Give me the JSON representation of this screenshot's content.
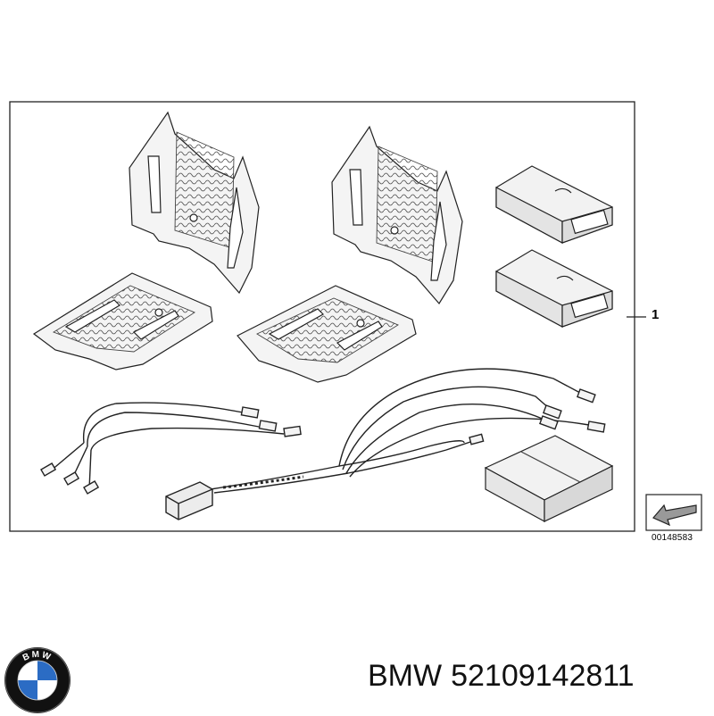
{
  "diagram": {
    "callout_number": "1",
    "reference_code": "00148583"
  },
  "footer": {
    "brand": "BMW",
    "part_number": "52109142811"
  },
  "logo": {
    "letters": "BMW",
    "icon": "bmw-roundel-icon",
    "colors": {
      "blue": "#2b6cc4",
      "white": "#ffffff",
      "ring": "#111111"
    }
  }
}
